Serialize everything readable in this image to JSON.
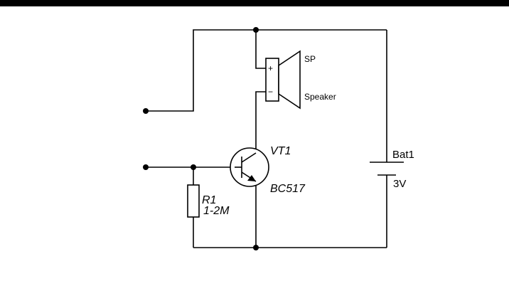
{
  "speaker": {
    "ref": "SP",
    "name": "Speaker",
    "plus": "+",
    "minus": "−"
  },
  "transistor": {
    "ref": "VT1",
    "part": "BC517"
  },
  "resistor": {
    "ref": "R1",
    "value": "1-2M"
  },
  "battery": {
    "ref": "Bat1",
    "value": "3V"
  }
}
